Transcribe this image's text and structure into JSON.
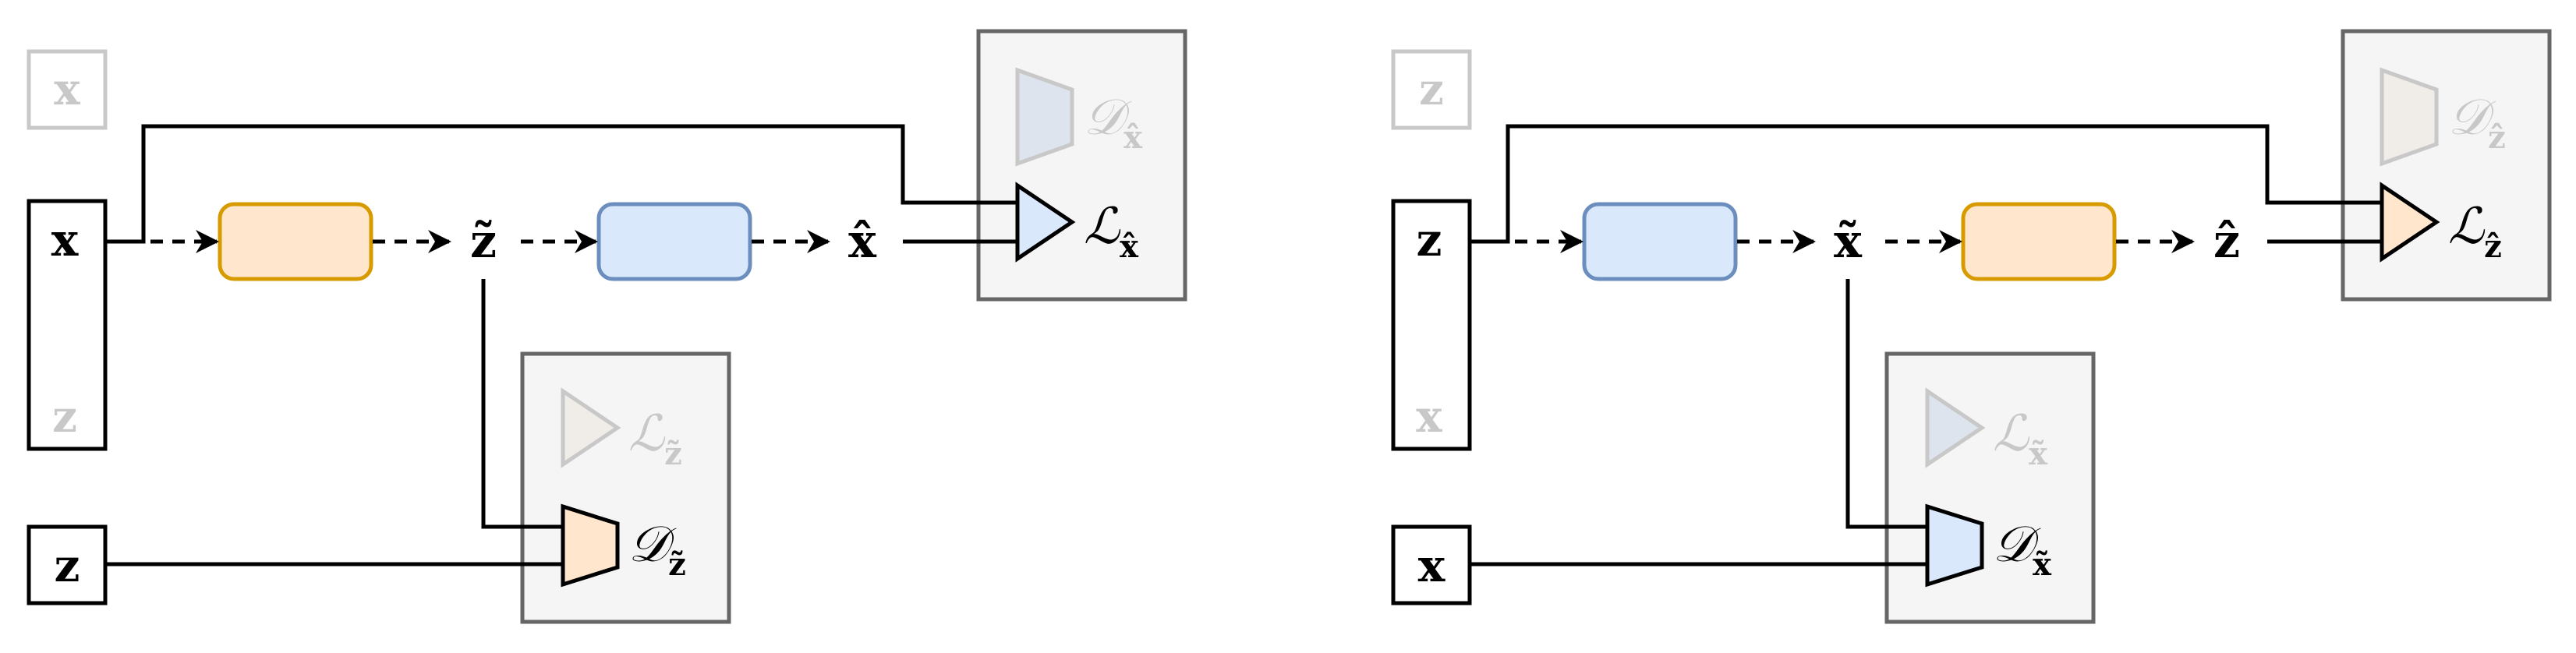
{
  "colors": {
    "orange_fill": "#ffe6cc",
    "orange_stroke": "#d79b00",
    "blue_fill": "#dae8fc",
    "blue_stroke": "#6c8ebf",
    "panel_fill": "#f5f5f5",
    "panel_stroke": "#666666",
    "ghost": "#c8c8c8",
    "ink": "#000000"
  },
  "left": {
    "ghost_input": "x",
    "input_top": "x",
    "input_bottom": "z",
    "prior_input": "z",
    "latent_tilde": "z̃",
    "recon_hat": "x̂",
    "disc_top_ghost": {
      "main": "𝒟",
      "sub": "x̂"
    },
    "loss_top": {
      "main": "ℒ",
      "sub": "x̂"
    },
    "loss_bottom_ghost": {
      "main": "ℒ",
      "sub": "z̃"
    },
    "disc_bottom": {
      "main": "𝒟",
      "sub": "z̃"
    }
  },
  "right": {
    "ghost_input": "z",
    "input_top": "z",
    "input_bottom": "x",
    "prior_input": "x",
    "latent_tilde": "x̃",
    "recon_hat": "ẑ",
    "disc_top_ghost": {
      "main": "𝒟",
      "sub": "ẑ"
    },
    "loss_top": {
      "main": "ℒ",
      "sub": "ẑ"
    },
    "loss_bottom_ghost": {
      "main": "ℒ",
      "sub": "x̃"
    },
    "disc_bottom": {
      "main": "𝒟",
      "sub": "x̃"
    }
  }
}
